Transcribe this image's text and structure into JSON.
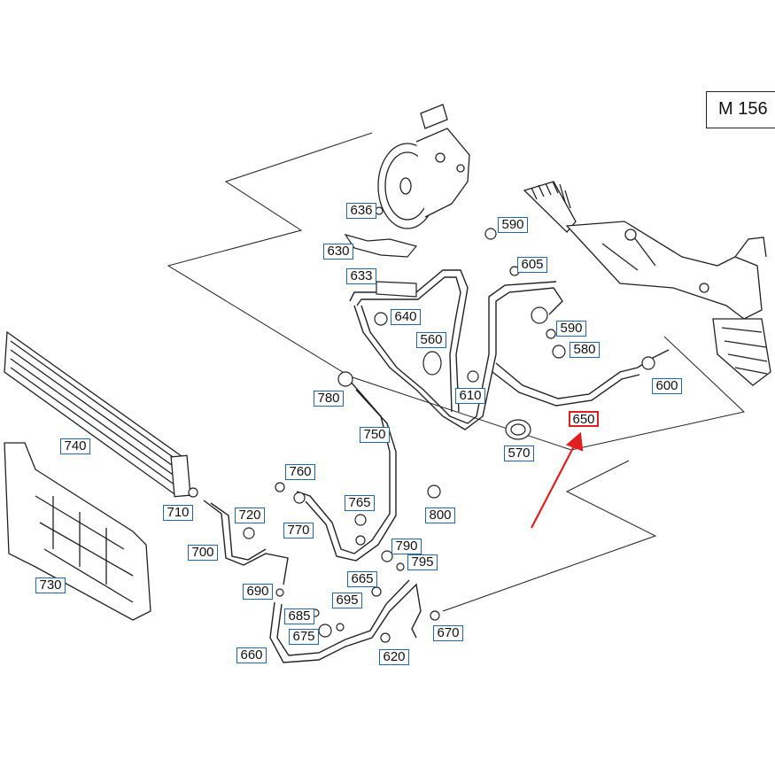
{
  "model_code": "M 156",
  "highlight_color": "#e02020",
  "label_border_color": "#1e6aa8",
  "parts": {
    "p636": "636",
    "p630": "630",
    "p633": "633",
    "p590a": "590",
    "p605": "605",
    "p640": "640",
    "p560": "560",
    "p590b": "590",
    "p580": "580",
    "p610": "610",
    "p600": "600",
    "p780": "780",
    "p650": "650",
    "p750": "750",
    "p570": "570",
    "p740": "740",
    "p760": "760",
    "p710": "710",
    "p720": "720",
    "p765": "765",
    "p800": "800",
    "p770": "770",
    "p700": "700",
    "p790": "790",
    "p795": "795",
    "p665": "665",
    "p730": "730",
    "p690": "690",
    "p695": "695",
    "p685": "685",
    "p675": "675",
    "p670": "670",
    "p660": "660",
    "p620": "620"
  },
  "highlighted_part": "650"
}
